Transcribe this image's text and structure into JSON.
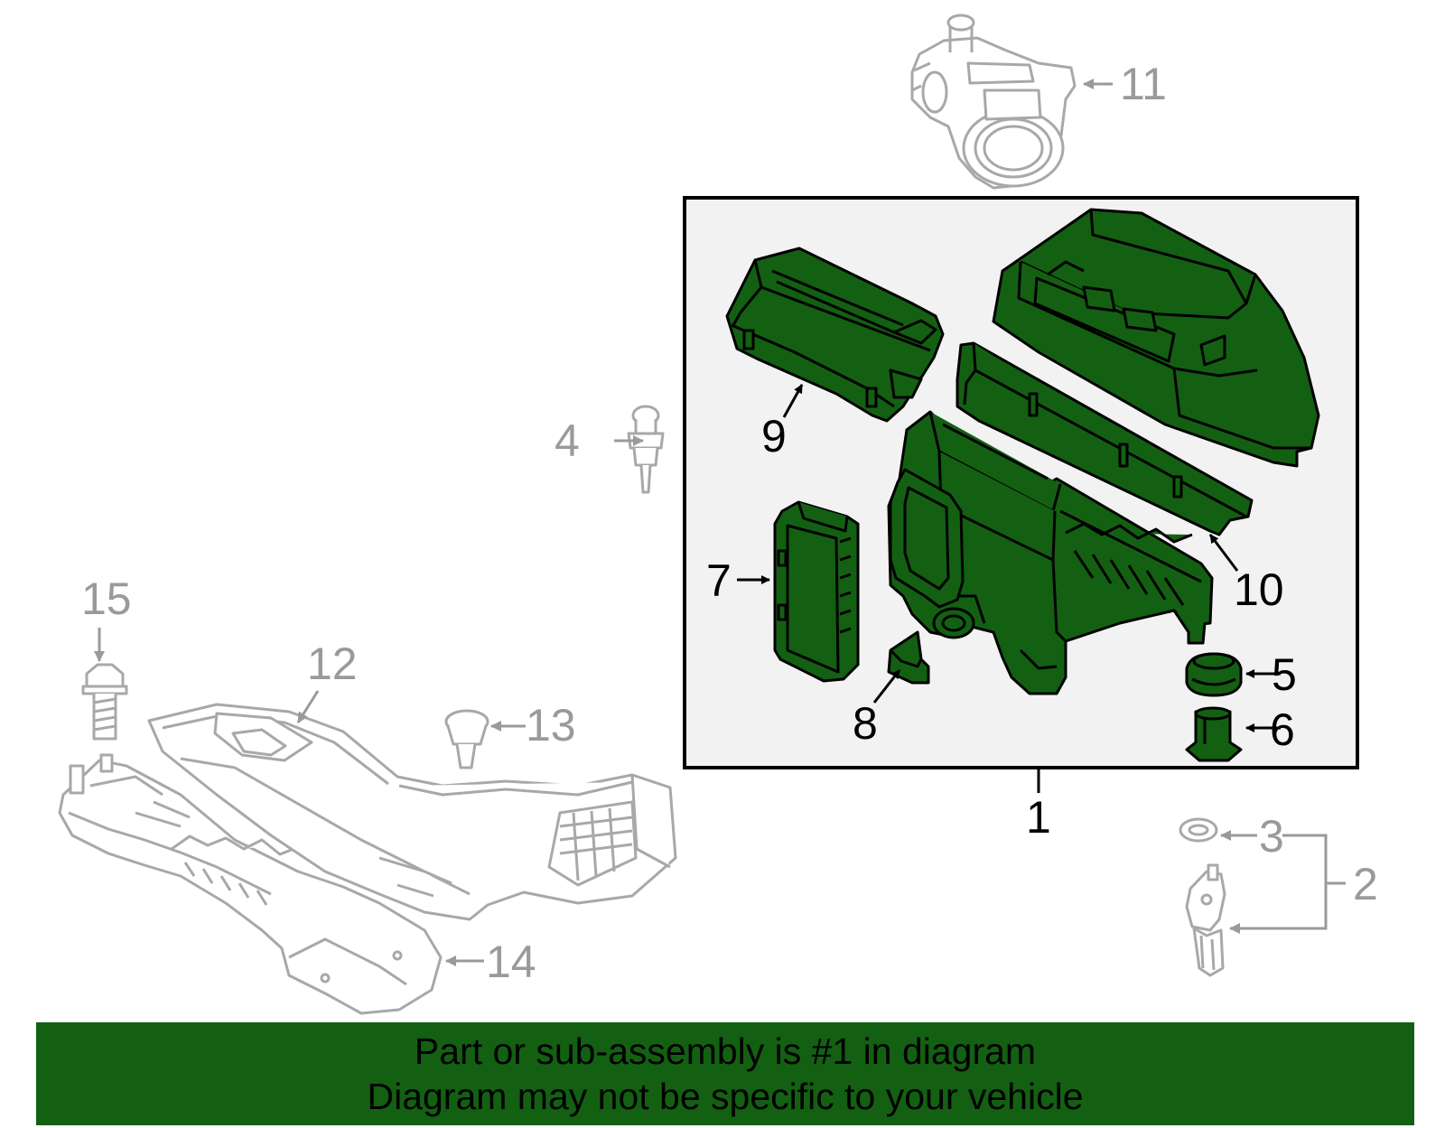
{
  "colors": {
    "highlight": "#136012",
    "banner_bg": "#136012",
    "context_part_stroke": "#a8a8a8",
    "callout_gray": "#9a9a9a",
    "callout_dark": "#000000"
  },
  "callouts": {
    "c1": "1",
    "c2": "2",
    "c3": "3",
    "c4": "4",
    "c5": "5",
    "c6": "6",
    "c7": "7",
    "c8": "8",
    "c9": "9",
    "c10": "10",
    "c11": "11",
    "c12": "12",
    "c13": "13",
    "c14": "14",
    "c15": "15"
  },
  "banner": {
    "line1": "Part or sub-assembly is #1 in diagram",
    "line2": "Diagram may not be specific to your vehicle"
  }
}
